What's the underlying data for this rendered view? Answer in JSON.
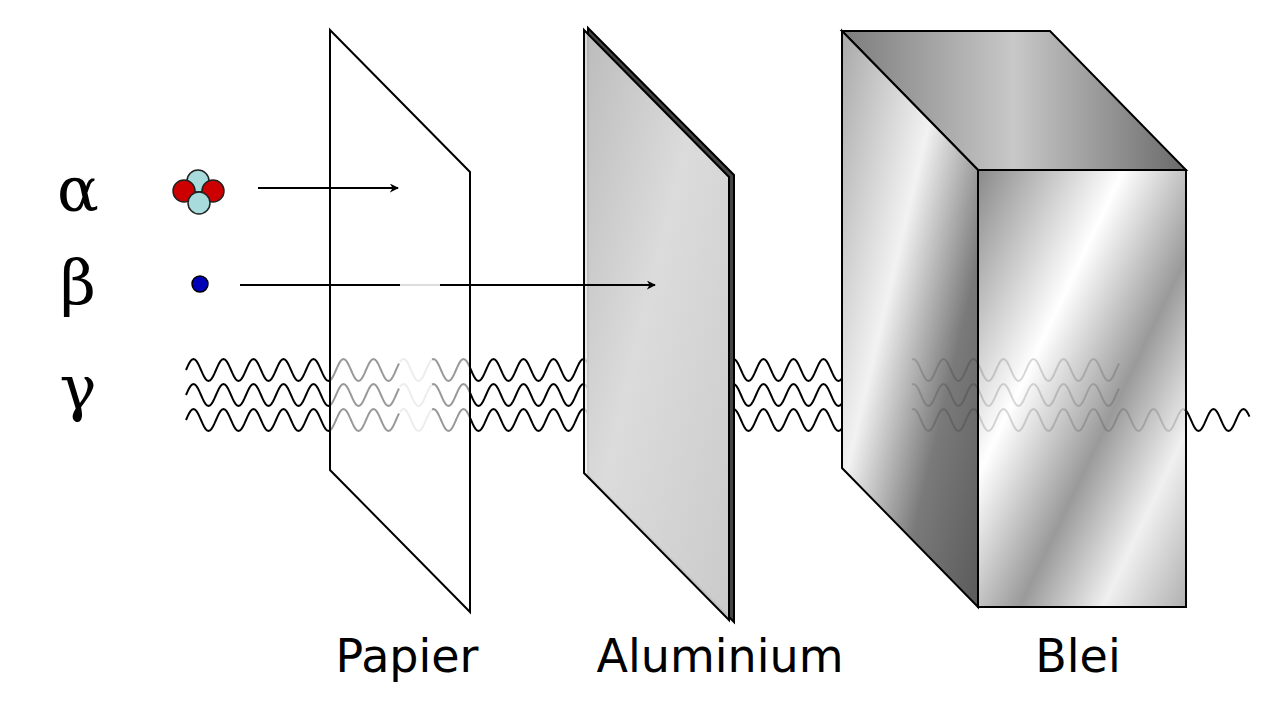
{
  "diagram": {
    "labels": [
      "α",
      "β",
      "γ",
      "Papier",
      "Aluminium",
      "Blei"
    ]
  }
}
